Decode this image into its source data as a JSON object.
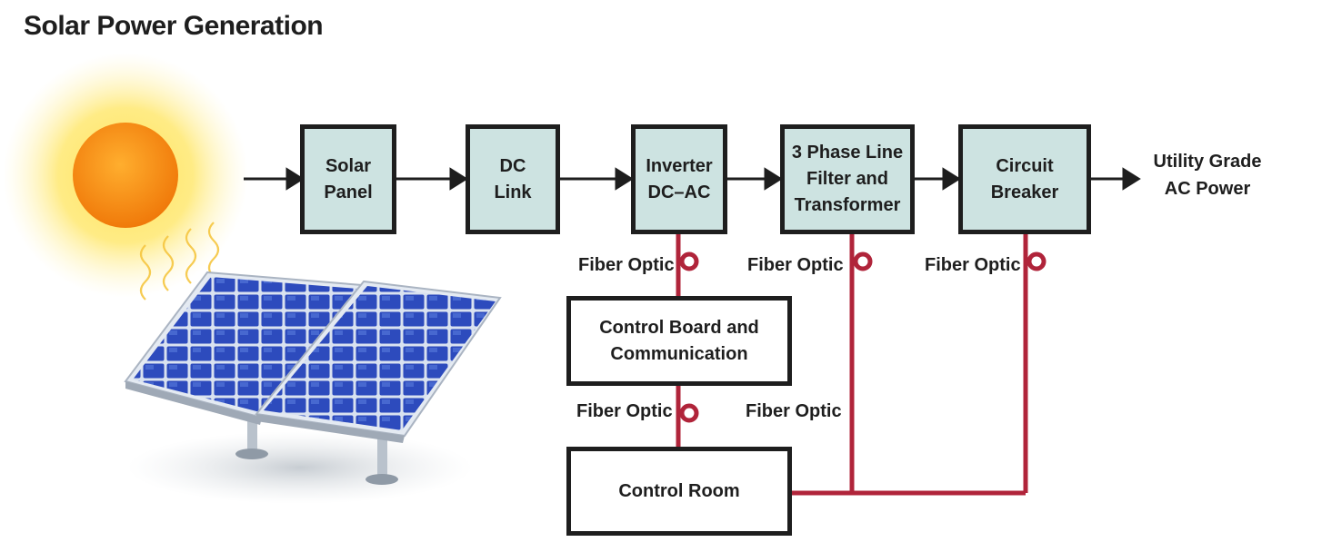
{
  "title": "Solar Power Generation",
  "blocks": {
    "solar_panel": "Solar\nPanel",
    "dc_link": "DC\nLink",
    "inverter": "Inverter\nDC–AC",
    "filter": "3 Phase Line\nFilter and\nTransformer",
    "breaker": "Circuit\nBreaker",
    "control_board": "Control Board and\nCommunication",
    "control_room": "Control Room"
  },
  "output_label": "Utility Grade\nAC Power",
  "fiber_labels": [
    "Fiber Optic",
    "Fiber Optic",
    "Fiber Optic",
    "Fiber Optic",
    "Fiber Optic"
  ],
  "colors": {
    "block_fill": "#cde3e1",
    "outline": "#1e1e1e",
    "fiber_line": "#b0243a",
    "sun_core": "#f98c12",
    "sun_glow": "#ffd84a",
    "panel_cell": "#2c48b8"
  }
}
